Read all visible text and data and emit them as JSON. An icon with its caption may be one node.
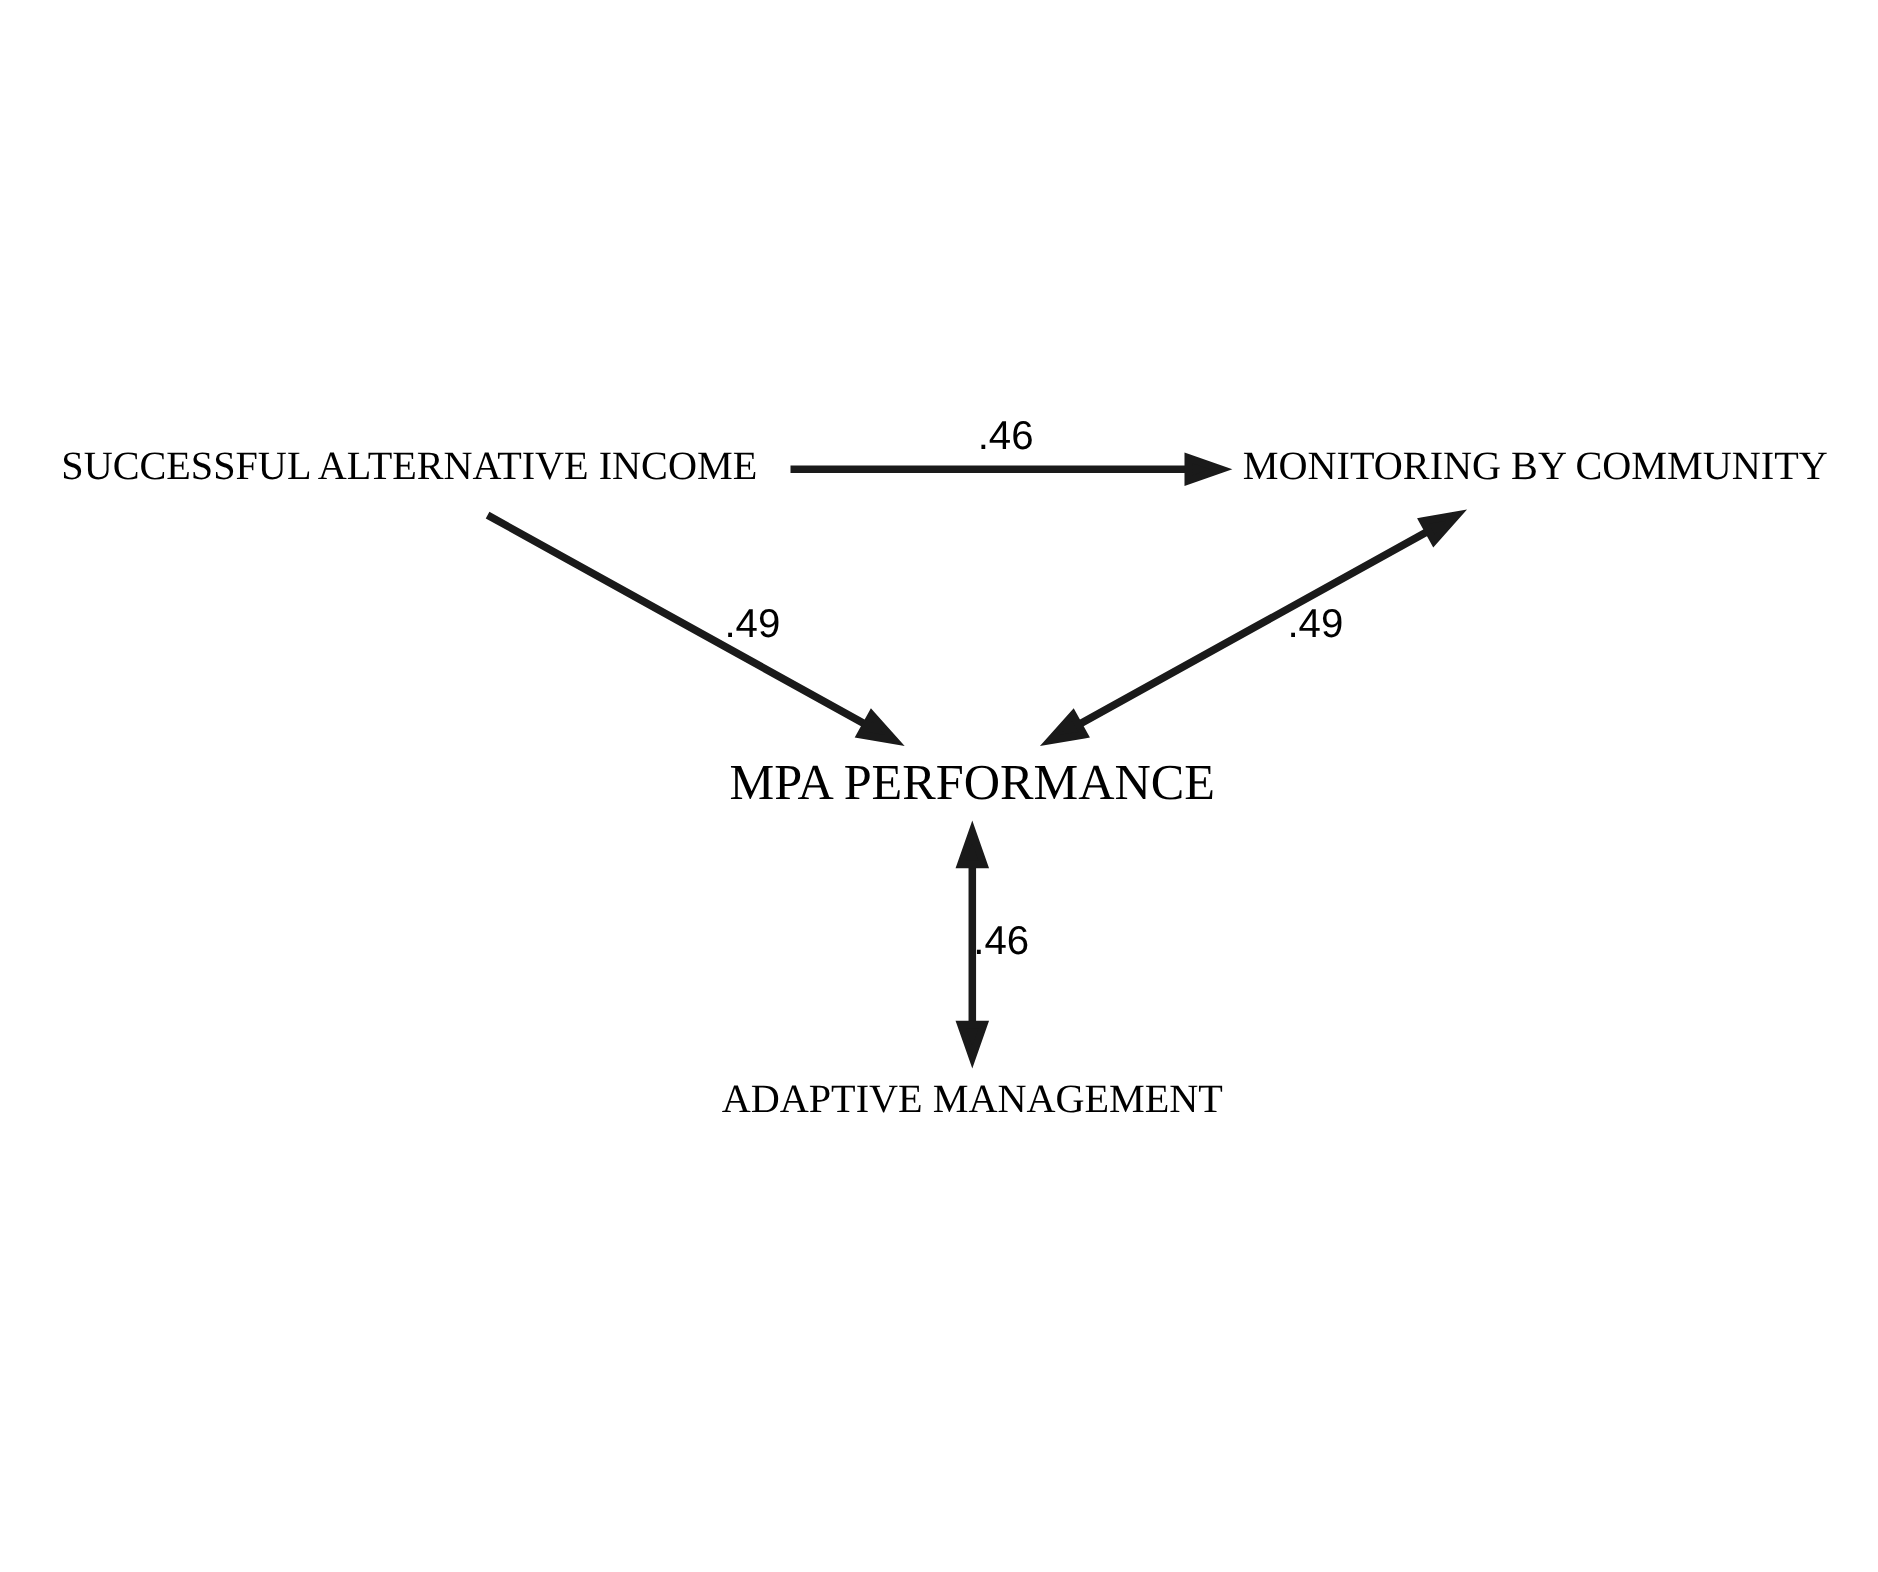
{
  "diagram": {
    "nodes": [
      {
        "text": [
          "MONITORING BY COMMUNITY"
        ]
      },
      {
        "text": [
          "SUCCESSFUL ALTERNATIVE INCOME"
        ]
      },
      {
        "text": [
          "MPA PERFORMANCE"
        ]
      },
      {
        "text": [
          "ADAPTIVE MANAGEMENT"
        ]
      }
    ],
    "edges": [
      {
        "from": 1,
        "to": 0,
        "arrow": "to",
        "label": ".46"
      },
      {
        "from": 0,
        "to": 2,
        "arrow": "both",
        "label": ".49"
      },
      {
        "from": 1,
        "to": 2,
        "arrow": "to",
        "label": ".49"
      },
      {
        "from": 2,
        "to": 3,
        "arrow": "both",
        "label": ".46"
      }
    ]
  }
}
